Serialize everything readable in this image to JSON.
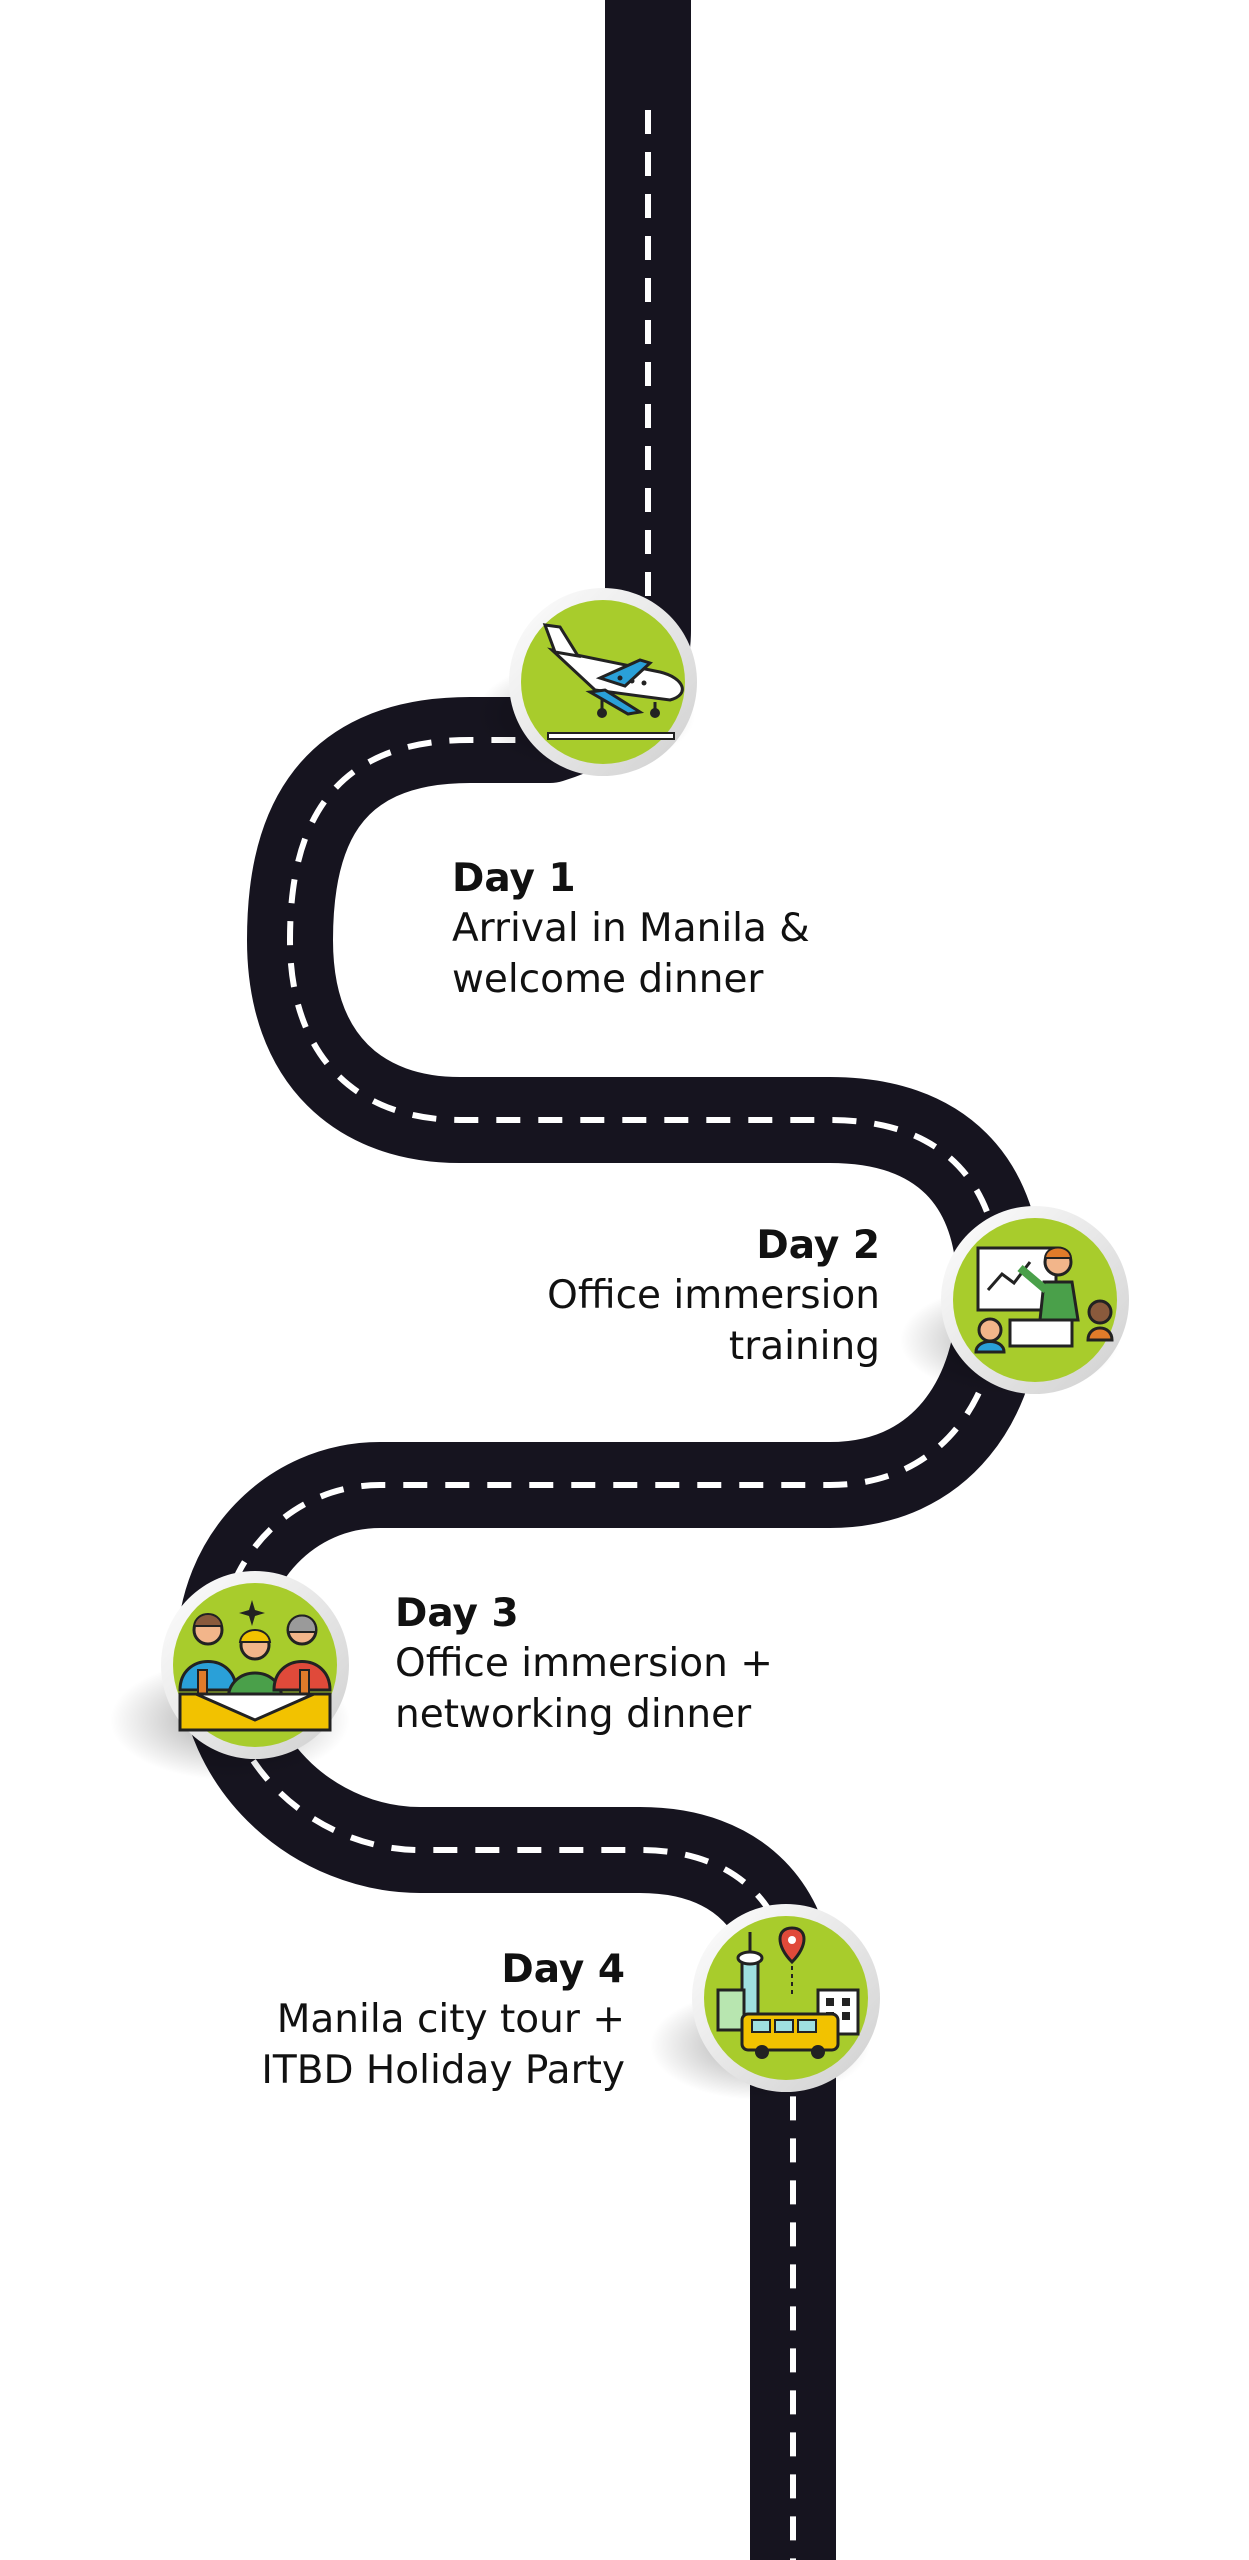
{
  "stops": [
    {
      "day": "Day 1",
      "line1": "Arrival in Manila &",
      "line2": "welcome dinner",
      "icon": "airplane-landing-icon"
    },
    {
      "day": "Day 2",
      "line1": "Office immersion",
      "line2": "training",
      "icon": "presentation-trainer-icon"
    },
    {
      "day": "Day 3",
      "line1": "Office immersion +",
      "line2": "networking dinner",
      "icon": "networking-dinner-icon"
    },
    {
      "day": "Day 4",
      "line1": "Manila city tour +",
      "line2": "ITBD Holiday Party",
      "icon": "city-tour-bus-icon"
    }
  ],
  "colors": {
    "road": "#16141f",
    "lane_dash": "#ffffff",
    "badge_fill": "#a8cc2c",
    "badge_ring": "#eeeeee",
    "text": "#111111"
  }
}
